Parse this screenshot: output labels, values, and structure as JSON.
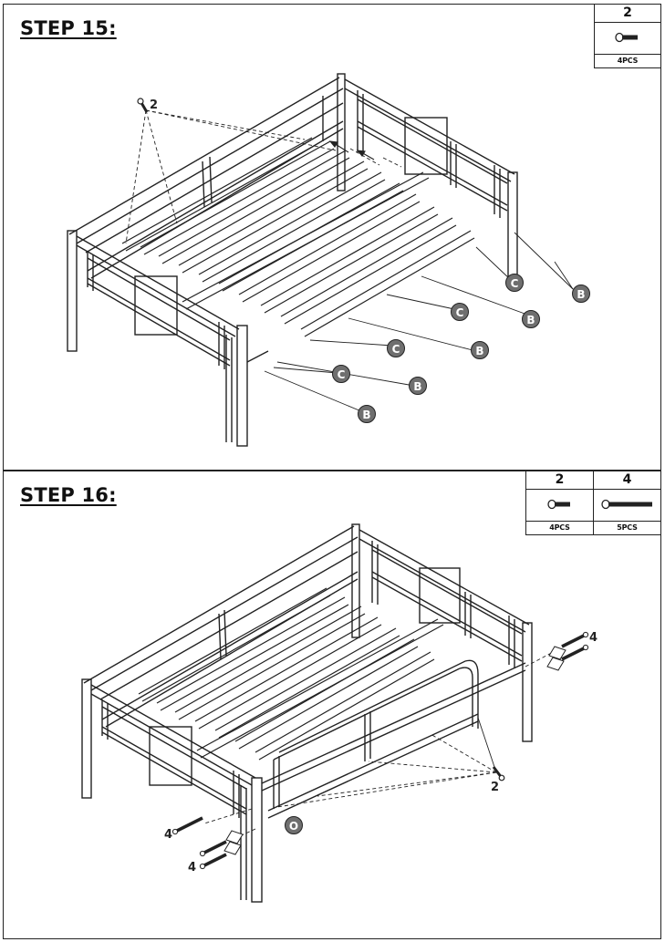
{
  "steps": [
    {
      "title": "STEP 15:",
      "hardware": [
        {
          "part": "2",
          "qty": "4PCS",
          "icon": "short-bolt-icon"
        }
      ],
      "callouts": {
        "bolt": "2",
        "b": "B",
        "c": "C"
      }
    },
    {
      "title": "STEP 16:",
      "hardware": [
        {
          "part": "2",
          "qty": "4PCS",
          "icon": "short-bolt-icon"
        },
        {
          "part": "4",
          "qty": "5PCS",
          "icon": "long-bolt-icon"
        }
      ],
      "callouts": {
        "bolt2": "2",
        "bolt4": "4",
        "o": "O"
      }
    }
  ],
  "colors": {
    "ink": "#222222",
    "callout_fill": "#6f6f6f",
    "paper": "#ffffff"
  }
}
